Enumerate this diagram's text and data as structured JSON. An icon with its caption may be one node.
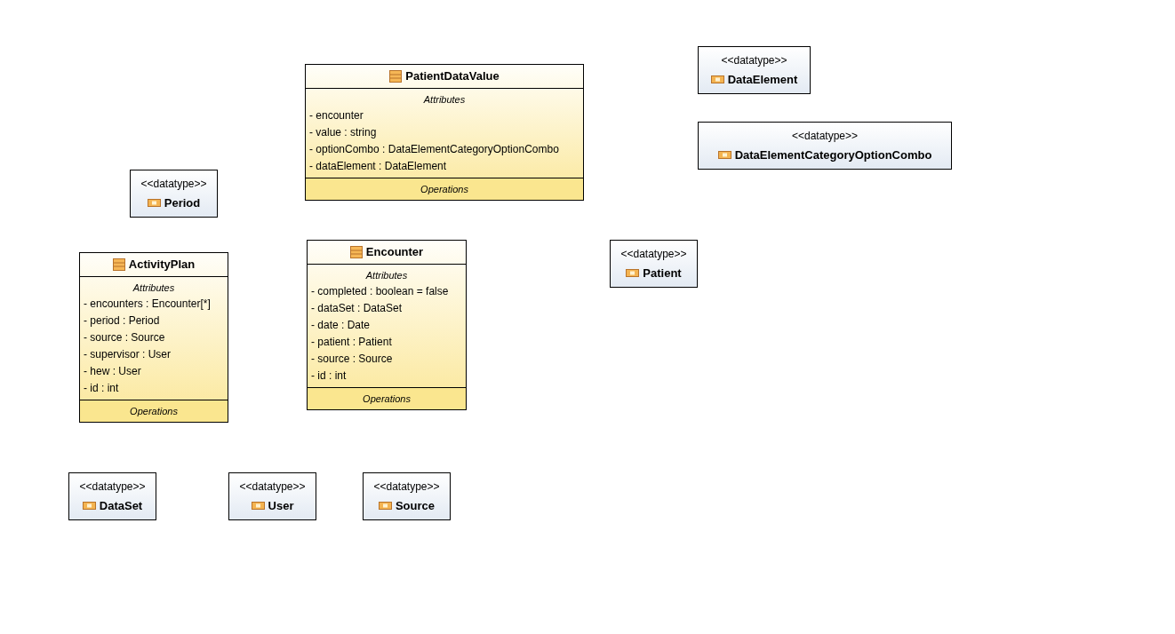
{
  "diagram": {
    "nodes": [
      {
        "text": [
          "PatientDataValue",
          "Attributes",
          "- encounter",
          "- value : string",
          "- optionCombo : DataElementCategoryOptionCombo",
          "- dataElement : DataElement",
          "Operations"
        ]
      },
      {
        "text": [
          "<<datatype>>",
          "DataElement"
        ]
      },
      {
        "text": [
          "<<datatype>>",
          "DataElementCategoryOptionCombo"
        ]
      },
      {
        "text": [
          "<<datatype>>",
          "Period"
        ]
      },
      {
        "text": [
          "ActivityPlan",
          "Attributes",
          "- encounters : Encounter[*]",
          "- period : Period",
          "- source : Source",
          "- supervisor : User",
          "- hew : User",
          "- id : int",
          "Operations"
        ]
      },
      {
        "text": [
          "Encounter",
          "Attributes",
          "- completed : boolean = false",
          "- dataSet : DataSet",
          "- date : Date",
          "- patient : Patient",
          "- source : Source",
          "- id : int",
          "Operations"
        ]
      },
      {
        "text": [
          "<<datatype>>",
          "Patient"
        ]
      },
      {
        "text": [
          "<<datatype>>",
          "DataSet"
        ]
      },
      {
        "text": [
          "<<datatype>>",
          "User"
        ]
      },
      {
        "text": [
          "<<datatype>>",
          "Source"
        ]
      }
    ]
  }
}
